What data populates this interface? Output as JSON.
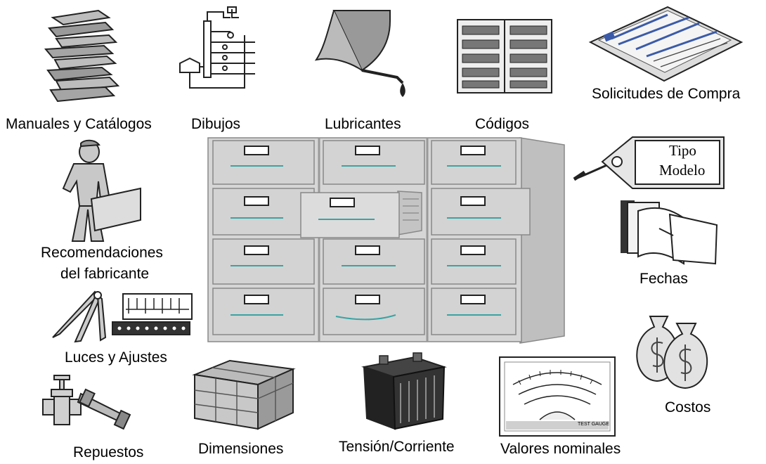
{
  "labels": {
    "manuales": "Manuales y Catálogos",
    "dibujos": "Dibujos",
    "lubricantes": "Lubricantes",
    "codigos": "Códigos",
    "solicitudes": "Solicitudes de Compra",
    "recomendaciones_1": "Recomendaciones",
    "recomendaciones_2": "del fabricante",
    "luces": "Luces y Ajustes",
    "repuestos": "Repuestos",
    "dimensiones": "Dimensiones",
    "tension": "Tensión/Corriente",
    "valores": "Valores nominales",
    "fechas": "Fechas",
    "costos": "Costos"
  },
  "tag": {
    "line1": "Tipo",
    "line2": "Modelo"
  },
  "meter_caption": "TEST GAUGE",
  "colors": {
    "cabinet": "#d3d3d3",
    "cabinet_dark": "#888888",
    "handle_line": "#3aa3a3",
    "ink": "#222222"
  }
}
